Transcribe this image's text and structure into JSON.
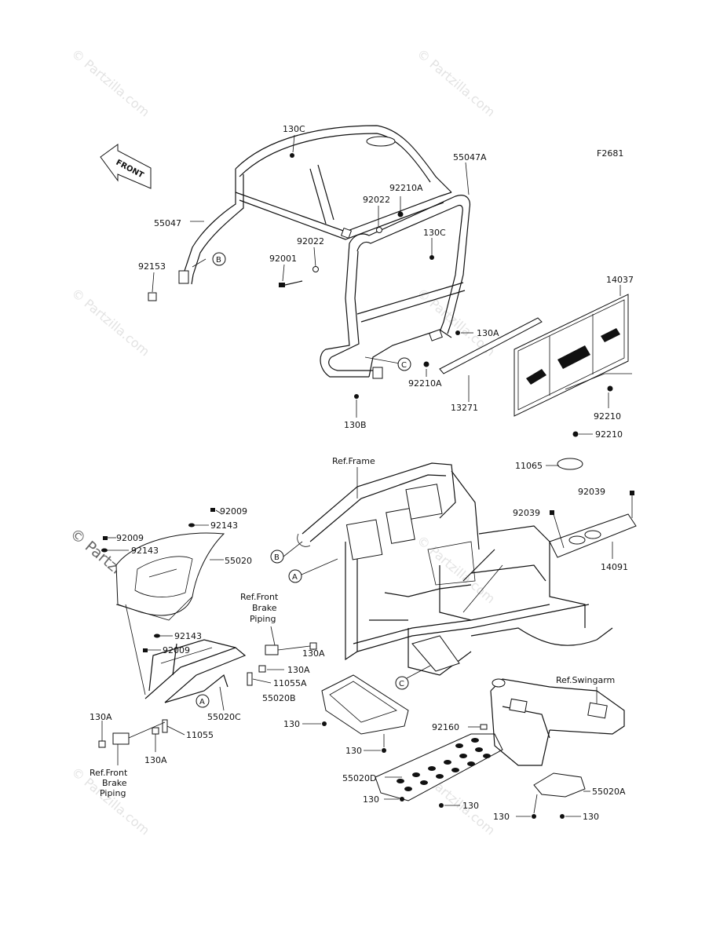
{
  "diagram_code": "F2681",
  "front_indicator": "FRONT",
  "watermark": "© Partzilla.com",
  "part_labels": {
    "p130C_top": "130C",
    "p55047A": "55047A",
    "p92210A_top": "92210A",
    "p92022_top": "92022",
    "p55047": "55047",
    "p130C_mid": "130C",
    "p92022_mid": "92022",
    "p92001": "92001",
    "p92153": "92153",
    "p14037": "14037",
    "p130A_rear": "130A",
    "p92210A_bot": "92210A",
    "p13271": "13271",
    "p92210_a": "92210",
    "p92210_b": "92210",
    "p130B": "130B",
    "p11065": "11065",
    "p92039_r": "92039",
    "p92039_l": "92039",
    "p14091": "14091",
    "p92009_a": "92009",
    "p92143_a": "92143",
    "p92009_b": "92009",
    "p92143_b": "92143",
    "p55020": "55020",
    "p92143_c": "92143",
    "p92009_c": "92009",
    "p130A_mid": "130A",
    "p130A_b": "130A",
    "p11055A": "11055A",
    "p55020B": "55020B",
    "p55020C": "55020C",
    "p130A_left": "130A",
    "p11055": "11055",
    "p130A_low": "130A",
    "p130_a": "130",
    "p130_b": "130",
    "p92160": "92160",
    "p55020D": "55020D",
    "p130_c": "130",
    "p130_d": "130",
    "p55020A": "55020A",
    "p130_e": "130",
    "p130_f": "130"
  },
  "references": {
    "ref_frame": "Ref.Frame",
    "ref_brake_top": [
      "Ref.Front",
      "Brake",
      "Piping"
    ],
    "ref_brake_bottom": [
      "Ref.Front",
      "Brake",
      "Piping"
    ],
    "ref_swingarm": "Ref.Swingarm"
  },
  "callouts": [
    "A",
    "B",
    "C"
  ]
}
